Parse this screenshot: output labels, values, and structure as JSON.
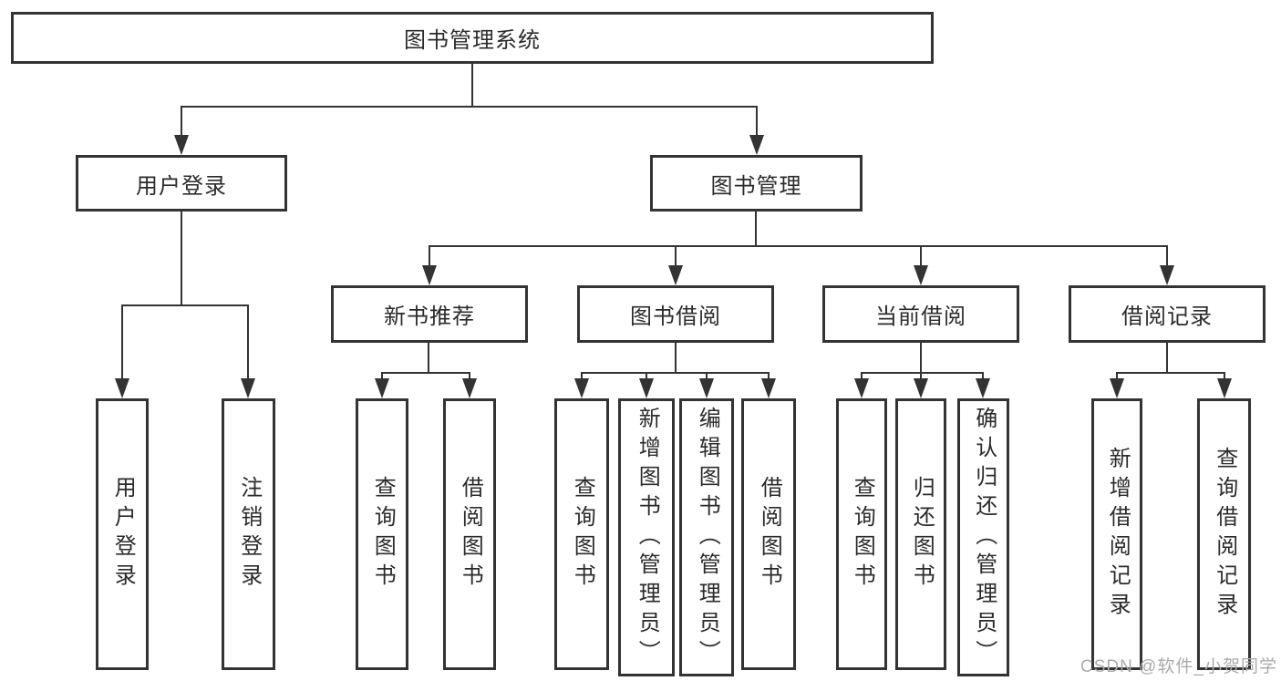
{
  "tree": {
    "label": "图书管理系统",
    "children": [
      {
        "label": "用户登录",
        "children": [
          {
            "label": "用户登录"
          },
          {
            "label": "注销登录"
          }
        ]
      },
      {
        "label": "图书管理",
        "children": [
          {
            "label": "新书推荐",
            "children": [
              {
                "label": "查询图书"
              },
              {
                "label": "借阅图书"
              }
            ]
          },
          {
            "label": "图书借阅",
            "children": [
              {
                "label": "查询图书"
              },
              {
                "label": "新增图书（管理员）"
              },
              {
                "label": "编辑图书（管理员）"
              },
              {
                "label": "借阅图书"
              }
            ]
          },
          {
            "label": "当前借阅",
            "children": [
              {
                "label": "查询图书"
              },
              {
                "label": "归还图书"
              },
              {
                "label": "确认归还（管理员）"
              }
            ]
          },
          {
            "label": "借阅记录",
            "children": [
              {
                "label": "新增借阅记录"
              },
              {
                "label": "查询借阅记录"
              }
            ]
          }
        ]
      }
    ]
  },
  "watermark": {
    "text": "CSDN @软件_小贺同学"
  },
  "colors": {
    "line": "#333333",
    "text": "#2b2b2b",
    "watermark": "#ababab",
    "background": "#ffffff"
  }
}
